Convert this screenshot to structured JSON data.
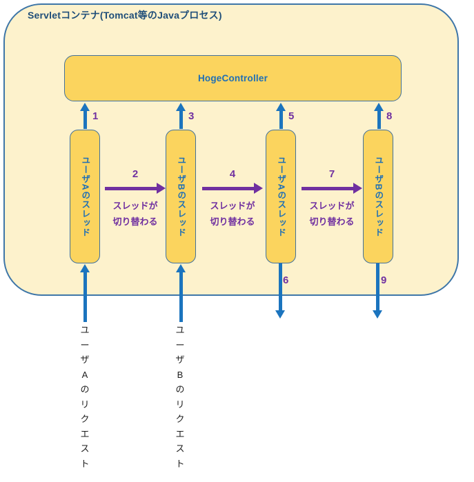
{
  "title": "Servletコンテナ(Tomcat等のJavaプロセス)",
  "controller": {
    "label": "HogeController"
  },
  "threads": [
    {
      "label": "ユーザAのスレッド"
    },
    {
      "label": "ユーザBのスレッド"
    },
    {
      "label": "ユーザAのスレッド"
    },
    {
      "label": "ユーザBのスレッド"
    }
  ],
  "call_arrows": [
    {
      "number": "1"
    },
    {
      "number": "3"
    },
    {
      "number": "5"
    },
    {
      "number": "8"
    }
  ],
  "switch_arrows": [
    {
      "number": "2",
      "lines": [
        "スレッドが",
        "切り替わる"
      ]
    },
    {
      "number": "4",
      "lines": [
        "スレッドが",
        "切り替わる"
      ]
    },
    {
      "number": "7",
      "lines": [
        "スレッドが",
        "切り替わる"
      ]
    }
  ],
  "exit_arrows": [
    {
      "number": "6"
    },
    {
      "number": "9"
    }
  ],
  "requests": [
    {
      "label": "ユーザAのリクエスト"
    },
    {
      "label": "ユーザBのリクエスト"
    }
  ],
  "colors": {
    "container_fill": "#FDF2CC",
    "container_border": "#3E76A8",
    "node_fill": "#FBD45E",
    "node_border": "#41719C",
    "node_text": "#1F6FB5",
    "title_text": "#1F4E79",
    "arrow_blue": "#1B74BE",
    "accent_purple": "#7030A0",
    "request_text": "#1C1C1C"
  }
}
